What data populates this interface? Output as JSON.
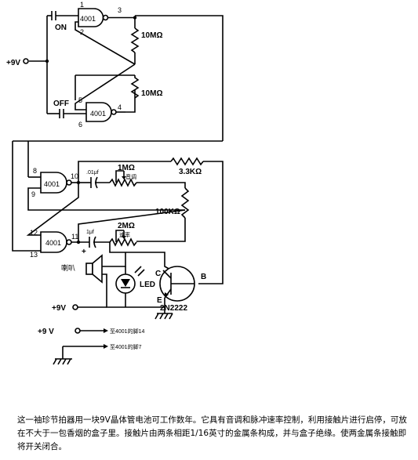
{
  "chips": {
    "u1": {
      "label": "4001",
      "pin_in1": "1",
      "pin_in2": "2",
      "pin_out": "3"
    },
    "u2": {
      "label": "4001",
      "pin_in1": "5",
      "pin_in2": "6",
      "pin_out": "4"
    },
    "u3": {
      "label": "4001",
      "pin_in1": "8",
      "pin_in2": "9",
      "pin_out": "10"
    },
    "u4": {
      "label": "4001",
      "pin_in1": "12",
      "pin_in2": "13",
      "pin_out": "11"
    }
  },
  "switches": {
    "on": "ON",
    "off": "OFF"
  },
  "supply": {
    "main": "+9V",
    "transistor": "+9V",
    "pin14": "+9 V"
  },
  "resistors": {
    "r1": "10MΩ",
    "r2": "10MΩ",
    "r3": "3.3KΩ",
    "r4": "100KΩ",
    "pot1_value": "1MΩ",
    "pot1_name": "音调",
    "pot2_value": "2MΩ",
    "pot2_name": "速率"
  },
  "capacitors": {
    "c1": ".01μf",
    "c2": "1μf",
    "c2_polarity": "+"
  },
  "speaker": "喇叭",
  "led": "LED",
  "transistor": {
    "model": "2N2222",
    "c": "C",
    "b": "B",
    "e": "E"
  },
  "connections": {
    "pin14": "至4001的脚14",
    "pin7": "至4001的脚7"
  },
  "caption": "这一袖珍节拍器用一块9V晶体管电池可工作数年。它具有音调和脉冲速率控制，利用接触片进行启停，可放在不大于一包香烟的盒子里。接触片由两条相距1/16英寸的金属条构成，并与盒子绝缘。使两金属条接触即将开关闭合。"
}
